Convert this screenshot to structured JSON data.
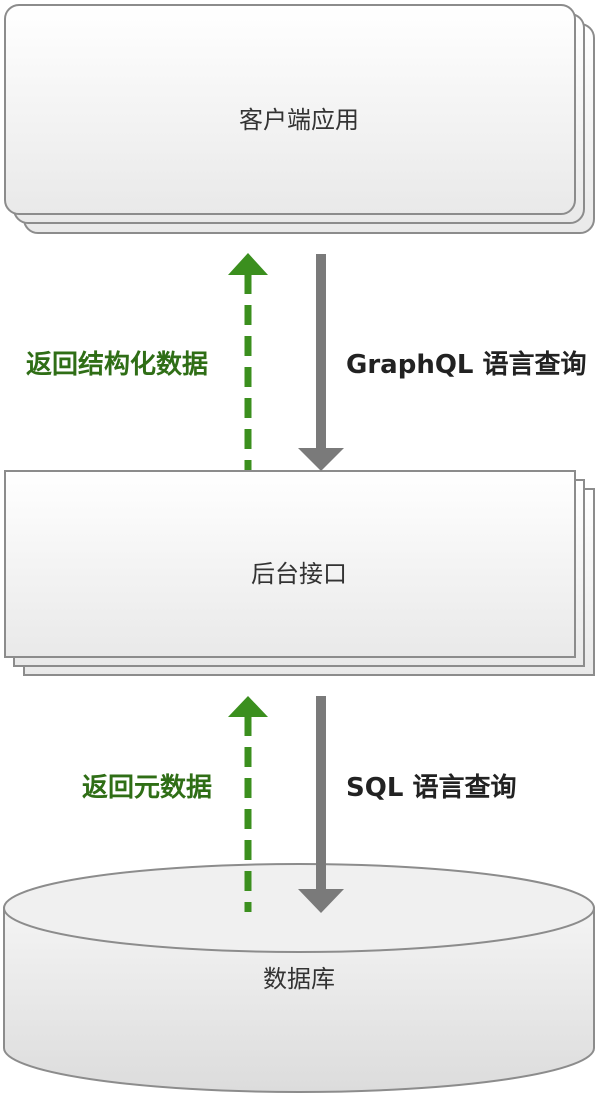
{
  "diagram": {
    "nodes": {
      "client": {
        "label": "客户端应用"
      },
      "backend": {
        "label": "后台接口"
      },
      "database": {
        "label": "数据库"
      }
    },
    "edges": {
      "client_to_backend": {
        "label": "GraphQL 语言查询"
      },
      "backend_to_client": {
        "label": "返回结构化数据"
      },
      "backend_to_database": {
        "label": "SQL 语言查询"
      },
      "database_to_backend": {
        "label": "返回元数据"
      }
    }
  },
  "colors": {
    "query_arrow": "#7a7a7a",
    "return_arrow": "#3b8f1e",
    "return_text": "#2f6e16",
    "query_text": "#222222",
    "node_stroke": "#8c8c8c",
    "node_fill_top": "#ffffff",
    "node_fill_bottom": "#e8e8e8"
  }
}
